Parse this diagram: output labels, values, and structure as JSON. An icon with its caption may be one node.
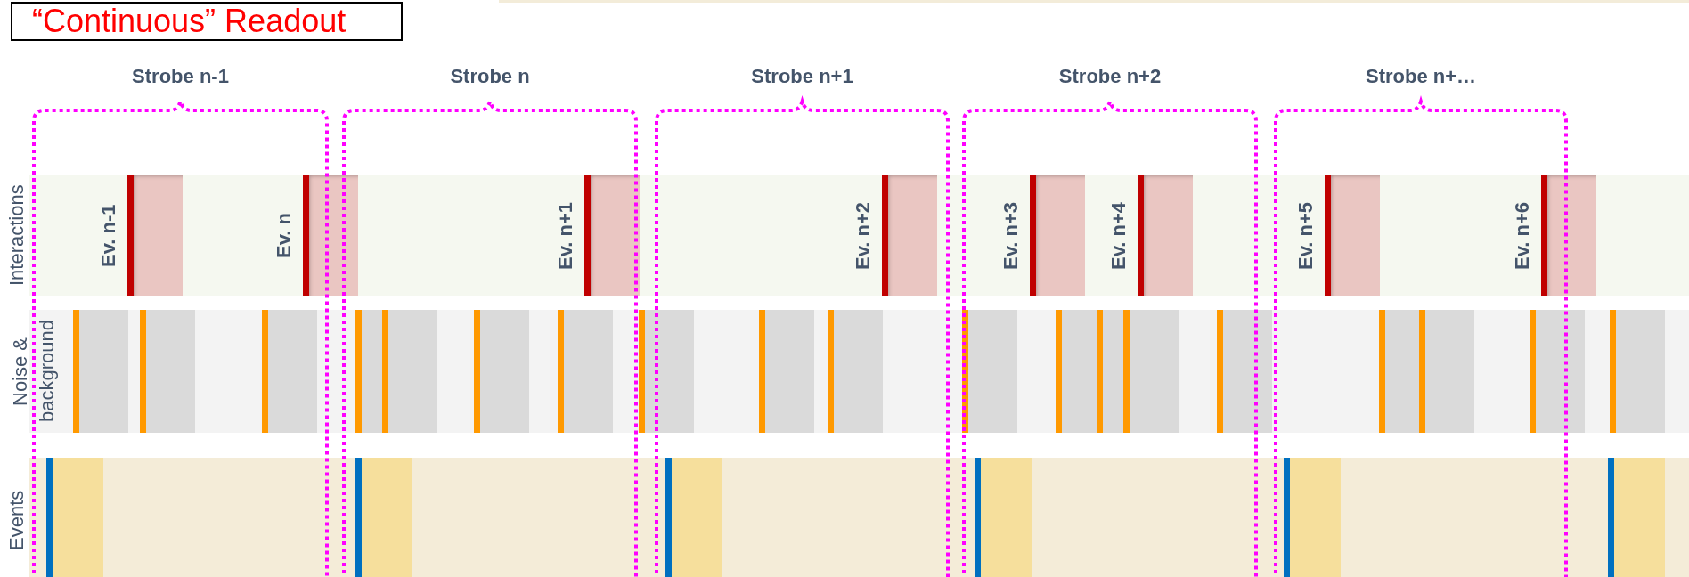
{
  "diagram": {
    "nodes": [
      {
        "text": [
          "“Continuous” Readout"
        ]
      },
      {
        "text": [
          "Strobe n-1"
        ]
      },
      {
        "text": [
          "Strobe n"
        ]
      },
      {
        "text": [
          "Strobe n+1"
        ]
      },
      {
        "text": [
          "Strobe n+2"
        ]
      },
      {
        "text": [
          "Strobe n+…"
        ]
      },
      {
        "text": [
          "Interactions"
        ]
      },
      {
        "text": [
          "Noise & background"
        ]
      },
      {
        "text": [
          "Events"
        ]
      },
      {
        "text": [
          "Ev. n-1"
        ],
        "in": 6
      },
      {
        "text": [
          "Ev. n"
        ],
        "in": 6
      },
      {
        "text": [
          "Ev. n+1"
        ],
        "in": 6
      },
      {
        "text": [
          "Ev. n+2"
        ],
        "in": 6
      },
      {
        "text": [
          "Ev. n+3"
        ],
        "in": 6
      },
      {
        "text": [
          "Ev. n+4"
        ],
        "in": 6
      },
      {
        "text": [
          "Ev. n+5"
        ],
        "in": 6
      },
      {
        "text": [
          "Ev. n+6"
        ],
        "in": 6
      }
    ]
  }
}
